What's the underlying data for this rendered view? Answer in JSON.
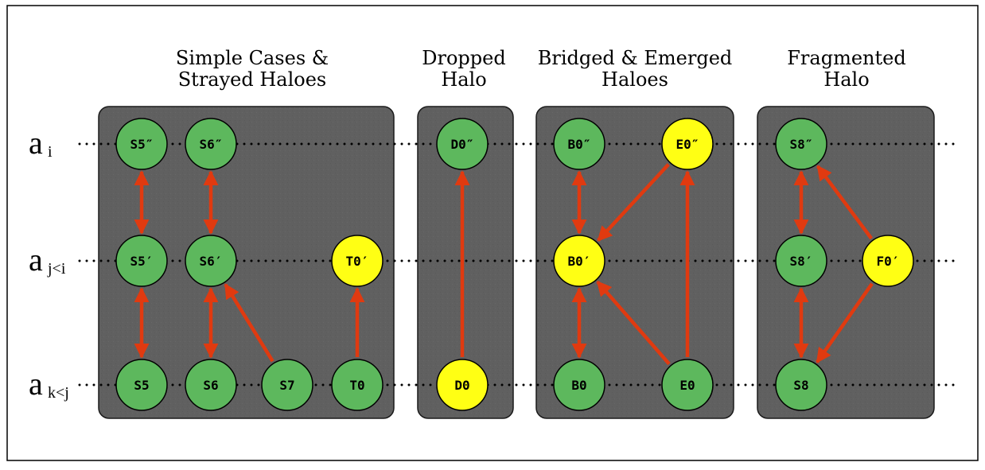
{
  "colors": {
    "panel": "#606060",
    "node_green": "#5db85d",
    "node_yellow": "#ffff14",
    "arrow": "#e03a10",
    "border": "#000000"
  },
  "panels": [
    {
      "id": "simple",
      "title_lines": [
        "Simple Cases &",
        "Strayed Haloes"
      ]
    },
    {
      "id": "dropped",
      "title_lines": [
        "Dropped",
        "Halo"
      ]
    },
    {
      "id": "bridged",
      "title_lines": [
        "Bridged & Emerged",
        "Haloes"
      ]
    },
    {
      "id": "fragmented",
      "title_lines": [
        "Fragmented",
        "Halo"
      ]
    }
  ],
  "rows": [
    {
      "id": "ai",
      "main": "a",
      "sub": "i"
    },
    {
      "id": "aj",
      "main": "a",
      "sub": "j<i"
    },
    {
      "id": "ak",
      "main": "a",
      "sub": "k<j"
    }
  ],
  "nodes": [
    {
      "id": "S5pp",
      "label": "S5″",
      "color": "green"
    },
    {
      "id": "S6pp",
      "label": "S6″",
      "color": "green"
    },
    {
      "id": "S5p",
      "label": "S5′",
      "color": "green"
    },
    {
      "id": "S6p",
      "label": "S6′",
      "color": "green"
    },
    {
      "id": "T0p",
      "label": "T0′",
      "color": "yellow"
    },
    {
      "id": "S5",
      "label": "S5",
      "color": "green"
    },
    {
      "id": "S6",
      "label": "S6",
      "color": "green"
    },
    {
      "id": "S7",
      "label": "S7",
      "color": "green"
    },
    {
      "id": "T0",
      "label": "T0",
      "color": "green"
    },
    {
      "id": "D0pp",
      "label": "D0″",
      "color": "green"
    },
    {
      "id": "D0",
      "label": "D0",
      "color": "yellow"
    },
    {
      "id": "B0pp",
      "label": "B0″",
      "color": "green"
    },
    {
      "id": "E0pp",
      "label": "E0″",
      "color": "yellow"
    },
    {
      "id": "B0p",
      "label": "B0′",
      "color": "yellow"
    },
    {
      "id": "B0",
      "label": "B0",
      "color": "green"
    },
    {
      "id": "E0",
      "label": "E0",
      "color": "green"
    },
    {
      "id": "S8pp",
      "label": "S8″",
      "color": "green"
    },
    {
      "id": "S8p",
      "label": "S8′",
      "color": "green"
    },
    {
      "id": "F0p",
      "label": "F0′",
      "color": "yellow"
    },
    {
      "id": "S8",
      "label": "S8",
      "color": "green"
    }
  ],
  "edges": [
    {
      "from": "S5pp",
      "to": "S5p",
      "dir": "both"
    },
    {
      "from": "S6pp",
      "to": "S6p",
      "dir": "both"
    },
    {
      "from": "S5p",
      "to": "S5",
      "dir": "both"
    },
    {
      "from": "S6p",
      "to": "S6",
      "dir": "both"
    },
    {
      "from": "S7",
      "to": "S6p",
      "dir": "forward"
    },
    {
      "from": "T0",
      "to": "T0p",
      "dir": "forward"
    },
    {
      "from": "D0",
      "to": "D0pp",
      "dir": "forward"
    },
    {
      "from": "B0pp",
      "to": "B0p",
      "dir": "both"
    },
    {
      "from": "B0p",
      "to": "B0",
      "dir": "both"
    },
    {
      "from": "E0pp",
      "to": "B0p",
      "dir": "forward"
    },
    {
      "from": "E0",
      "to": "B0p",
      "dir": "forward"
    },
    {
      "from": "E0",
      "to": "E0pp",
      "dir": "forward"
    },
    {
      "from": "S8pp",
      "to": "S8p",
      "dir": "both"
    },
    {
      "from": "S8p",
      "to": "S8",
      "dir": "both"
    },
    {
      "from": "F0p",
      "to": "S8pp",
      "dir": "forward"
    },
    {
      "from": "F0p",
      "to": "S8",
      "dir": "forward"
    }
  ]
}
